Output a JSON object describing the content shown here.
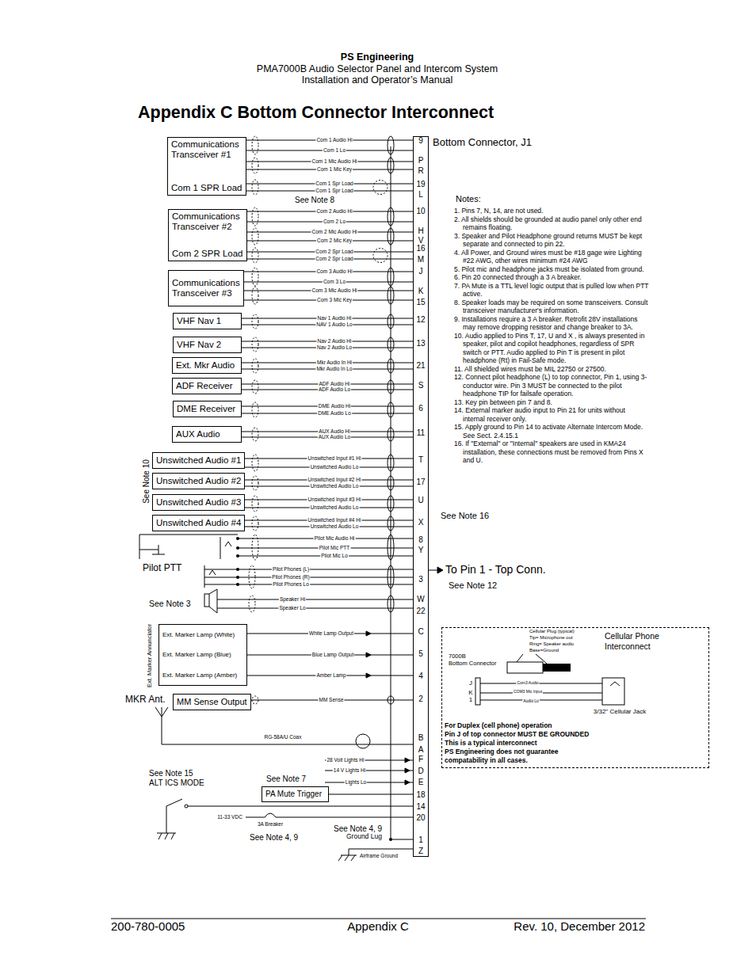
{
  "diagram": {
    "title": "Appendix C Bottom Connector Interconnect",
    "nodes": [
      {
        "text": [
          "Communications Transceiver #1",
          "Com 1 SPR Load"
        ]
      },
      {
        "text": [
          "Communications Transceiver #2",
          "Com 2 SPR Load"
        ]
      },
      {
        "text": [
          "Communications Transceiver #3"
        ]
      },
      {
        "text": [
          "VHF Nav 1"
        ]
      },
      {
        "text": [
          "VHF Nav 2"
        ]
      },
      {
        "text": [
          "Ext. Mkr Audio"
        ]
      },
      {
        "text": [
          "ADF Receiver"
        ]
      },
      {
        "text": [
          "DME Receiver"
        ]
      },
      {
        "text": [
          "AUX Audio"
        ]
      },
      {
        "text": [
          "Unswitched Audio #1"
        ]
      },
      {
        "text": [
          "Unswitched Audio #2"
        ]
      },
      {
        "text": [
          "Unswitched Audio #3"
        ]
      },
      {
        "text": [
          "Unswitched Audio #4"
        ]
      },
      {
        "text": [
          "Ext. Marker Lamp (White)",
          "Ext. Marker Lamp (Blue)",
          "Ext. Marker Lamp (Amber)"
        ]
      },
      {
        "text": [
          "MM Sense Output"
        ]
      },
      {
        "text": [
          "PA Mute Trigger"
        ]
      },
      {
        "text": [
          "Bottom Connector, J1",
          "9",
          "P",
          "R",
          "19",
          "L",
          "10",
          "H",
          "V",
          "16",
          "M",
          "J",
          "K",
          "15",
          "12",
          "13",
          "21",
          "S",
          "6",
          "11",
          "T",
          "17",
          "U",
          "X",
          "8",
          "Y",
          "3",
          "W",
          "22",
          "C",
          "5",
          "4",
          "2",
          "B",
          "A",
          "F",
          "D",
          "E",
          "18",
          "14",
          "20",
          "1",
          "Z"
        ]
      },
      {
        "text": [
          "Cellular Phone Interconnect"
        ]
      }
    ],
    "edges": [
      {
        "from": 0,
        "to": 16,
        "arrow": "none"
      },
      {
        "from": 1,
        "to": 16,
        "arrow": "none"
      },
      {
        "from": 2,
        "to": 16,
        "arrow": "none"
      },
      {
        "from": 3,
        "to": 16,
        "arrow": "none"
      },
      {
        "from": 4,
        "to": 16,
        "arrow": "none"
      },
      {
        "from": 5,
        "to": 16,
        "arrow": "none"
      },
      {
        "from": 6,
        "to": 16,
        "arrow": "none"
      },
      {
        "from": 7,
        "to": 16,
        "arrow": "none"
      },
      {
        "from": 8,
        "to": 16,
        "arrow": "none"
      },
      {
        "from": 9,
        "to": 16,
        "arrow": "none"
      },
      {
        "from": 10,
        "to": 16,
        "arrow": "none"
      },
      {
        "from": 11,
        "to": 16,
        "arrow": "none"
      },
      {
        "from": 12,
        "to": 16,
        "arrow": "none"
      },
      {
        "from": 13,
        "to": 16,
        "arrow": "none"
      },
      {
        "from": 14,
        "to": 16,
        "arrow": "none"
      },
      {
        "from": 15,
        "to": 16,
        "arrow": "none"
      }
    ],
    "labels": [
      "PS Engineering",
      "PMA7000B Audio Selector Panel and Intercom System",
      "Installation and Operator’s Manual",
      "Com 1 Audio Hi",
      "Com 1 Lo",
      "Com 1 Mic Audio Hi",
      "Com 1 Mic Key",
      "Com 1 Spr Load",
      "Com 1 Spr Load",
      "See Note 8",
      "Com 2 Audio Hi",
      "Com 2 Lo",
      "Com 2 Mic Audio Hi",
      "Com 2 Mic Key",
      "Com 2 Spr Load",
      "Com 2 Spr Load",
      "Com 3 Audio Hi",
      "Com 3 Lo",
      "Com 3 Mic Audio Hi",
      "Com 3 Mic Key",
      "Nav 1 Audio Hi",
      "NAV 1 Audio Lo",
      "Nav 2 Audio Hi",
      "Nav 2 Audio Lo",
      "Mkr Audio In Hi",
      "Mkr Audio In Lo",
      "ADF Audio Hi",
      "ADF Audio Lo",
      "DME Audio Hi",
      "DME Audio Lo",
      "AUX Audio Hi",
      "AUX Audio Lo",
      "Unswitched Input #1 Hi",
      "Unswitched Audio Lo",
      "Unswitched Input #2 Hi",
      "Unswitched Audio Lo",
      "Unswitched Input #3 Hi",
      "Unswitched Audio Lo",
      "Unswitched Input #4 Hi",
      "Unswitched Audio Lo",
      "Pilot Mic Audio Hi",
      "Pilot Mic PTT",
      "Pilot Mic Lo",
      "Pilot Phones (L)",
      "Pilot Phones (R)",
      "Pilot Phones Lo",
      "Speaker Hi",
      "Speaker Lo",
      "White Lamp Output",
      "Blue Lamp Output",
      "Amber Lamp",
      "MM Sense",
      "RG-58A/U Coax",
      "28 Volt Lights Hi",
      "14 V Lights Hi",
      "Lights Lo",
      "See Note 15",
      "ALT ICS MODE",
      "See Note 7",
      "11-33 VDC",
      "3A Breaker",
      "See Note 4, 9",
      "Ground Lug",
      "See Note 4, 9",
      "Airframe Ground",
      "See Note 10",
      "Pilot PTT",
      "See Note 3",
      "Ext. Marker Annunciator",
      "MKR Ant.",
      "Notes:",
      "1. Pins 7, N, 14, are not used.",
      "2. All shields should be grounded at audio panel only other end remains floating.",
      "3. Speaker and Pilot Headphone ground returns MUST be kept separate and connected to pin 22.",
      "4. All Power, and Ground wires must be #18 gage wire Lighting #22 AWG, other wires minimum #24 AWG",
      "5. Pilot mic and headphone jacks must be isolated from ground.",
      "6. Pin 20 connected through a 3 A breaker.",
      "7. PA Mute is a TTL level logic output that is pulled low when PTT active.",
      "8. Speaker loads may be required on some transceivers. Consult transceiver manufacturer's information.",
      "9. Installations require a 3 A breaker. Retrofit 28V installations may remove dropping resistor and change breaker to 3A.",
      "10. Audio applied to Pins T, 17, U and X , is always presented in speaker, pilot and copilot headphones, regardless of SPR switch or PTT. Audio applied to Pin T is present in pilot headphone (Rt) in Fail-Safe mode.",
      "11. All shielded wires must be MIL 22750 or 27500.",
      "12. Connect pilot headphone (L) to top connector, Pin 1, using 3-conductor wire. Pin 3 MUST be connected to the pilot headphone TIP for failsafe operation.",
      "13. Key pin between pin 7 and 8.",
      "14. External marker audio input to Pin 21 for units without internal receiver only.",
      "15. Apply ground to Pin 14 to activate Alternate Intercom Mode. See Sect. 2.4.15.1",
      "16. If \"External\" or \"Internal\" speakers are used in KMA24 installation, these connections must be removed from Pins X and U.",
      "See Note 16",
      "To Pin 1 - Top Conn.",
      "See Note 12",
      "Cellular Plug (typical)",
      "Tip= Microphone out",
      "Ring= Speaker audio",
      "Base=Ground",
      "7000B",
      "Bottom Connector",
      "J",
      "K",
      "1",
      "Com3 Audio",
      "COM3 Mic Input",
      "Audio Lo",
      "3/32\" Cellular Jack",
      "For Duplex (cell phone) operation",
      "Pin J of top connector MUST BE GROUNDED",
      "This is a typical interconnect",
      "PS Engineering does not guarantee",
      "compatability in all cases.",
      "200-780-0005",
      "Appendix C",
      "Rev. 10, December 2012"
    ]
  }
}
